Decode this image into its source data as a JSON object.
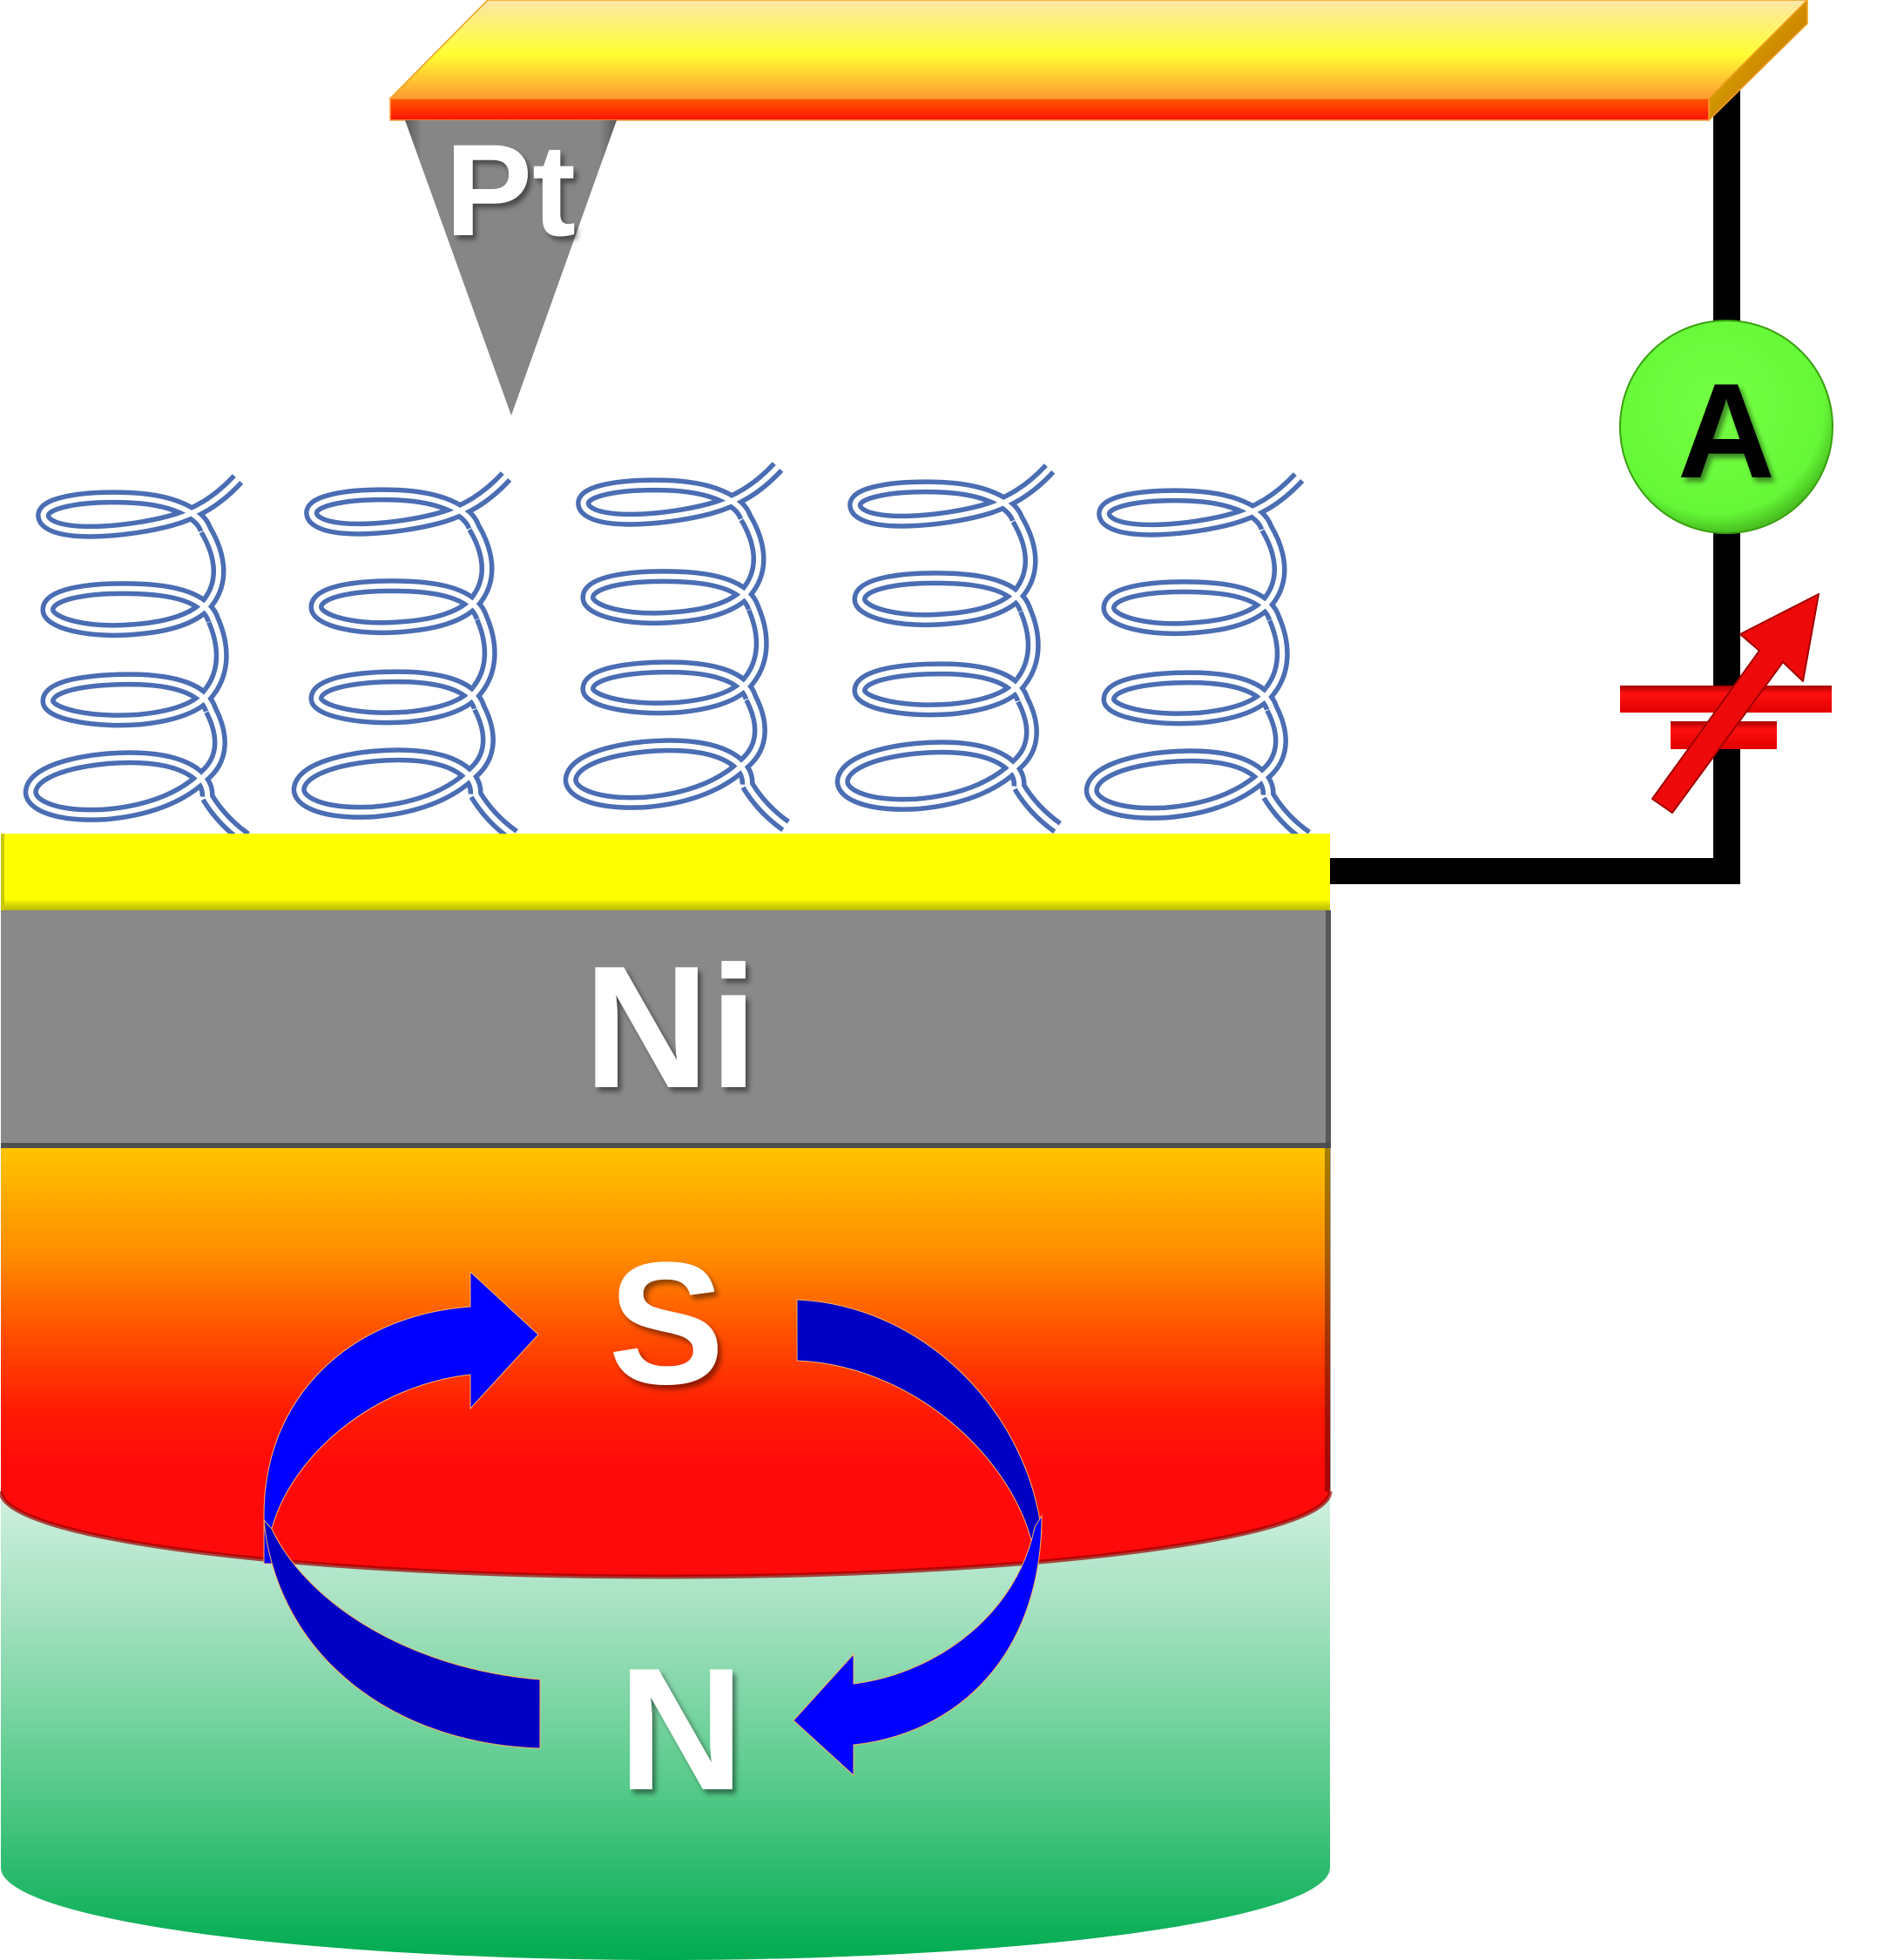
{
  "title": "Spin-dependent conduction through helical molecules on a Ni film measured with a Pt probe tip",
  "labels": {
    "tip": "Pt",
    "film": "Ni",
    "magnet_top_pole": "S",
    "magnet_bottom_pole": "N",
    "meter": "A"
  },
  "components": {
    "cantilever": "conductive cantilever",
    "tip": "Pt tip",
    "molecules": {
      "name": "helical molecules",
      "count": 5
    },
    "gold_layer": "yellow top layer",
    "ni_layer": "Ni",
    "magnet": "permanent magnet (S up, N down)",
    "ammeter": "ammeter",
    "source": "variable voltage source"
  },
  "colors": {
    "cantilever_top": [
      "#fde6a8",
      "#ffff33",
      "#ff9a33"
    ],
    "cantilever_front": [
      "#ff5a00",
      "#ff1200"
    ],
    "tip": "#868686",
    "helix": "#4a6db3",
    "gold_layer": "#ffff00",
    "ni_layer": "#898989",
    "magnet_south": [
      "#ffc400",
      "#ff8c00",
      "#ff4a00",
      "#ff0a0a"
    ],
    "magnet_north": [
      "#d4f2e2",
      "#9fdfbd",
      "#5fcd90",
      "#00ab50"
    ],
    "field_arrow_bright": "#0000ff",
    "field_arrow_dark": "#0000c4",
    "ammeter": "#6dff3c",
    "source": "#ff0a0a",
    "wire": "#000000"
  }
}
